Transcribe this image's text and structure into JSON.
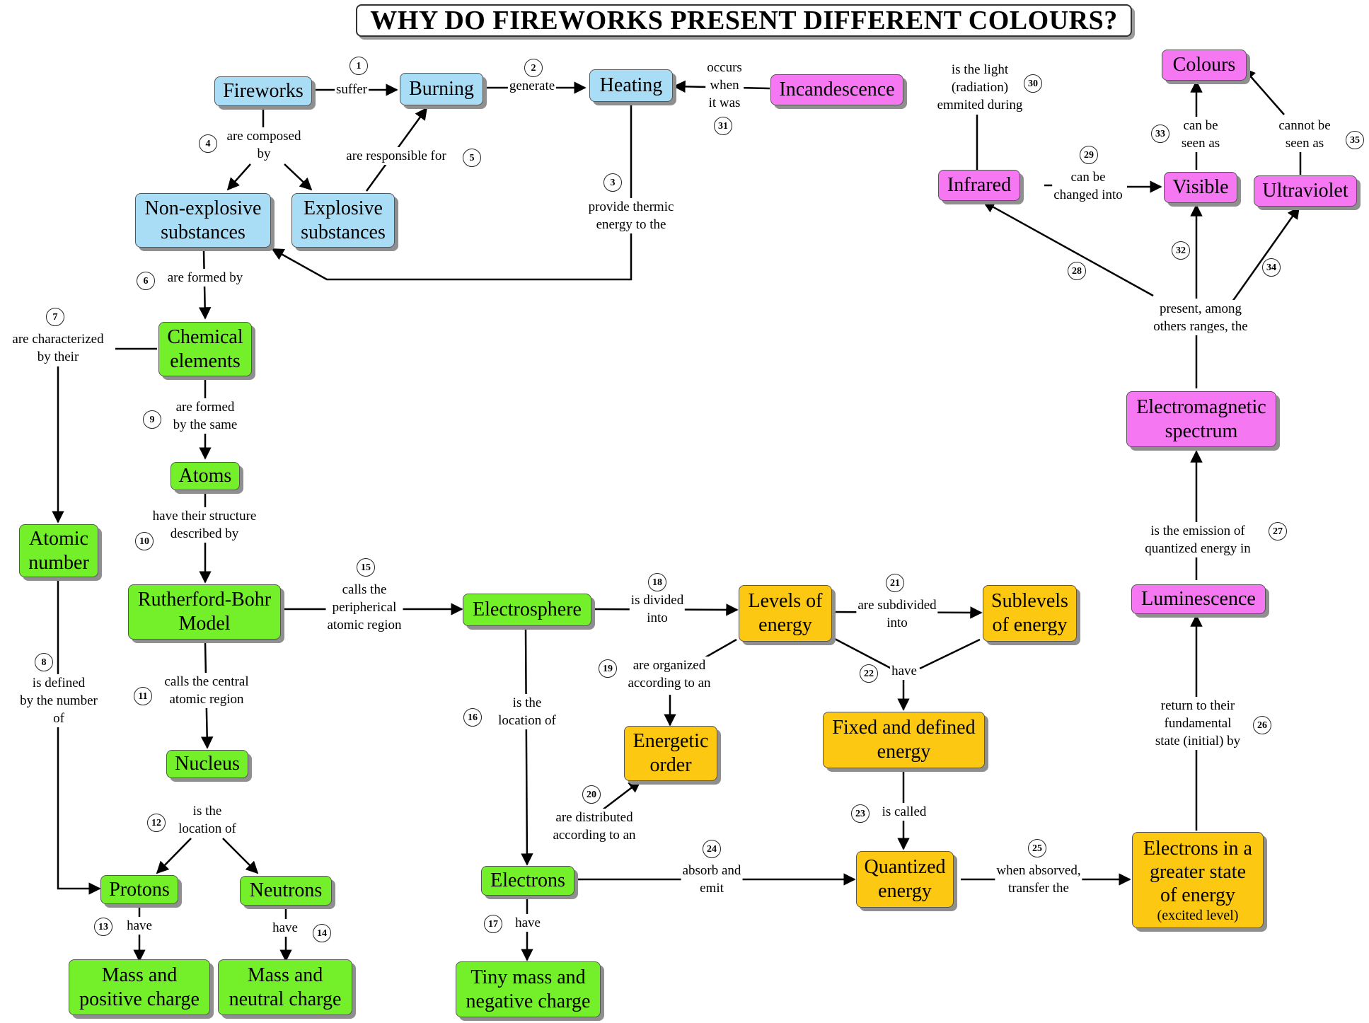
{
  "title": "WHY DO FIREWORKS PRESENT DIFFERENT COLOURS?",
  "colors": {
    "blue": "#a9dcf5",
    "green": "#74f02a",
    "orange": "#fcc811",
    "pink": "#f577f2",
    "line": "#000000"
  },
  "nodes": {
    "fireworks": "Fireworks",
    "burning": "Burning",
    "heating": "Heating",
    "incandescence": "Incandescence",
    "colours": "Colours",
    "non_explosive": "Non-explosive\nsubstances",
    "explosive": "Explosive\nsubstances",
    "infrared": "Infrared",
    "visible": "Visible",
    "ultraviolet": "Ultraviolet",
    "chemical_elements": "Chemical\nelements",
    "atoms": "Atoms",
    "atomic_number": "Atomic\nnumber",
    "em_spectrum": "Electromagnetic\nspectrum",
    "rutherford_bohr": "Rutherford-Bohr\nModel",
    "electrosphere": "Electrosphere",
    "levels": "Levels of\nenergy",
    "sublevels": "Sublevels\nof energy",
    "luminescence": "Luminescence",
    "fixed_energy": "Fixed and defined\nenergy",
    "energetic_order": "Energetic\norder",
    "nucleus": "Nucleus",
    "electrons": "Electrons",
    "quantized": "Quantized\nenergy",
    "excited": "Electrons in a\ngreater state\nof energy",
    "excited_sub": "(excited level)",
    "protons": "Protons",
    "neutrons": "Neutrons",
    "mass_positive": "Mass and\npositive charge",
    "mass_neutral": "Mass and\nneutral charge",
    "tiny_mass": "Tiny mass and\nnegative charge"
  },
  "links": [
    {
      "n": "1",
      "text": "suffer"
    },
    {
      "n": "2",
      "text": "generate"
    },
    {
      "n": "3",
      "text": "provide thermic\nenergy to the"
    },
    {
      "n": "4",
      "text": "are composed\nby"
    },
    {
      "n": "5",
      "text": "are responsible for"
    },
    {
      "n": "6",
      "text": "are formed by"
    },
    {
      "n": "7",
      "text": "are characterized\nby their"
    },
    {
      "n": "8",
      "text": "is defined\nby the number\nof"
    },
    {
      "n": "9",
      "text": "are formed\nby the same"
    },
    {
      "n": "10",
      "text": "have their structure\ndescribed by"
    },
    {
      "n": "11",
      "text": "calls the central\natomic region"
    },
    {
      "n": "12",
      "text": "is the\nlocation of"
    },
    {
      "n": "13",
      "text": "have"
    },
    {
      "n": "14",
      "text": "have"
    },
    {
      "n": "15",
      "text": "calls the\nperipherical\natomic region"
    },
    {
      "n": "16",
      "text": "is the\nlocation of"
    },
    {
      "n": "17",
      "text": "have"
    },
    {
      "n": "18",
      "text": "is divided\ninto"
    },
    {
      "n": "19",
      "text": "are organized\naccording to an"
    },
    {
      "n": "20",
      "text": "are distributed\naccording to an"
    },
    {
      "n": "21",
      "text": "are subdivided\ninto"
    },
    {
      "n": "22",
      "text": "have"
    },
    {
      "n": "23",
      "text": "is called"
    },
    {
      "n": "24",
      "text": "absorb and\nemit"
    },
    {
      "n": "25",
      "text": "when absorved,\ntransfer the"
    },
    {
      "n": "26",
      "text": "return to their\nfundamental\nstate (initial) by"
    },
    {
      "n": "27",
      "text": "is the emission of\nquantized energy in"
    },
    {
      "n": "28",
      "text": "present, among\nothers ranges, the"
    },
    {
      "n": "29",
      "text": "can be\nchanged into"
    },
    {
      "n": "30",
      "text": "is the light\n(radiation)\nemmited during"
    },
    {
      "n": "31",
      "text": "occurs\nwhen\nit was"
    },
    {
      "n": "32",
      "text": ""
    },
    {
      "n": "33",
      "text": "can be\nseen as"
    },
    {
      "n": "34",
      "text": ""
    },
    {
      "n": "35",
      "text": "cannot be\nseen as"
    }
  ]
}
